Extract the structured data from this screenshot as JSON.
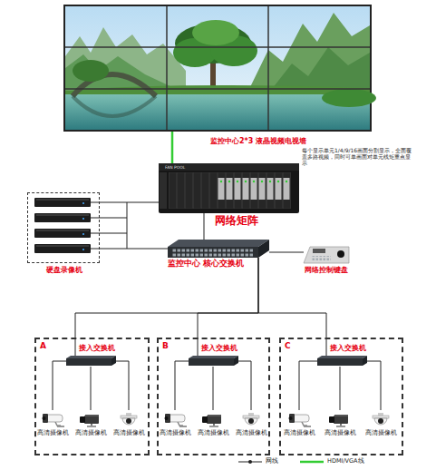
{
  "diagram": {
    "nodes": [
      {
        "text": [
          "监控中心2*3 液晶视频电视墙"
        ]
      },
      {
        "text": [
          "网络矩阵"
        ]
      },
      {
        "text": [
          "硬盘录像机"
        ]
      },
      {
        "text": [
          "监控中心 核心交换机"
        ]
      },
      {
        "text": [
          "网络控制键盘"
        ]
      },
      {
        "text": [
          "A"
        ]
      },
      {
        "text": [
          "接入交换机"
        ],
        "in": 5
      },
      {
        "text": [
          "高清摄像机"
        ],
        "in": 5
      },
      {
        "text": [
          "高清摄像机"
        ],
        "in": 5
      },
      {
        "text": [
          "高清摄像机"
        ],
        "in": 5
      },
      {
        "text": [
          "B"
        ]
      },
      {
        "text": [
          "接入交换机"
        ],
        "in": 10
      },
      {
        "text": [
          "高清摄像机"
        ],
        "in": 10
      },
      {
        "text": [
          "高清摄像机"
        ],
        "in": 10
      },
      {
        "text": [
          "高清摄像机"
        ],
        "in": 10
      },
      {
        "text": [
          "C"
        ]
      },
      {
        "text": [
          "接入交换机"
        ],
        "in": 15
      },
      {
        "text": [
          "高清摄像机"
        ],
        "in": 15
      },
      {
        "text": [
          "高清摄像机"
        ],
        "in": 15
      },
      {
        "text": [
          "高清摄像机"
        ],
        "in": 15
      }
    ],
    "edges": [
      {
        "from": 1,
        "to": 0,
        "arrow": "none"
      },
      {
        "from": 2,
        "to": 1,
        "arrow": "none"
      },
      {
        "from": 2,
        "to": 3,
        "arrow": "none"
      },
      {
        "from": 1,
        "to": 3,
        "arrow": "none"
      },
      {
        "from": 4,
        "to": 3,
        "arrow": "none"
      },
      {
        "from": 3,
        "to": 6,
        "arrow": "none"
      },
      {
        "from": 3,
        "to": 11,
        "arrow": "none"
      },
      {
        "from": 3,
        "to": 16,
        "arrow": "none"
      },
      {
        "from": 6,
        "to": 7,
        "arrow": "none"
      },
      {
        "from": 6,
        "to": 8,
        "arrow": "none"
      },
      {
        "from": 6,
        "to": 9,
        "arrow": "none"
      },
      {
        "from": 11,
        "to": 12,
        "arrow": "none"
      },
      {
        "from": 11,
        "to": 13,
        "arrow": "none"
      },
      {
        "from": 11,
        "to": 14,
        "arrow": "none"
      },
      {
        "from": 16,
        "to": 17,
        "arrow": "none"
      },
      {
        "from": 16,
        "to": 18,
        "arrow": "none"
      },
      {
        "from": 16,
        "to": 19,
        "arrow": "none"
      }
    ],
    "labels": [
      "每个显示单元1/4/9/16画面分割显示，全面覆盖多路视频，同时可单画面对单元线矩重点显示",
      "FAN POOL"
    ],
    "legend": [
      {
        "text": "网线"
      },
      {
        "text": "HDMI/VGA线"
      }
    ]
  }
}
